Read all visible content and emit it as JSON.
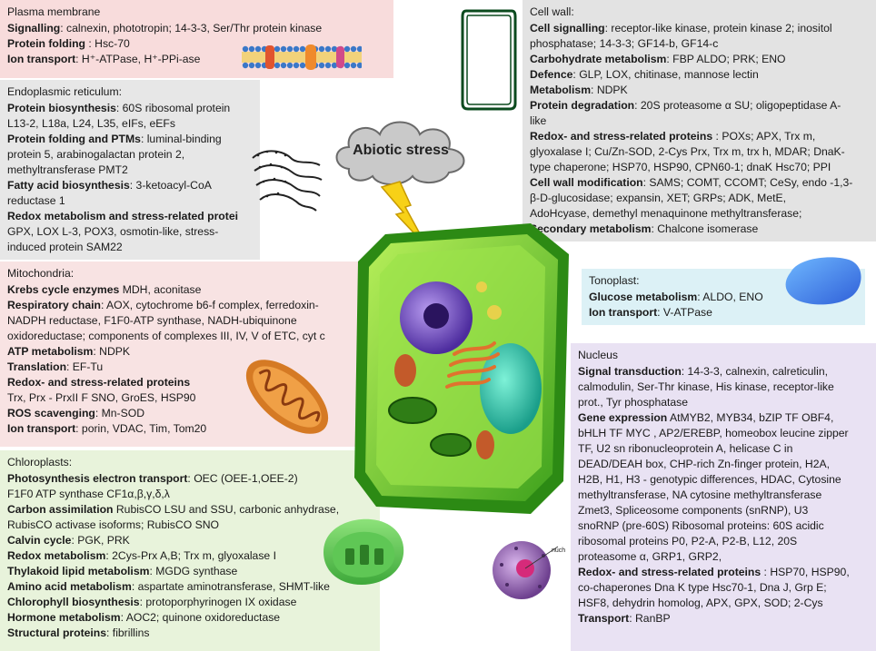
{
  "stress": {
    "label": "Abiotic stress"
  },
  "nucleus_tag": "nuch",
  "plasma_membrane": {
    "title": "Plasma membrane",
    "rows": [
      {
        "b": "Signalling",
        "t": ": calnexin, phototropin; 14-3-3, Ser/Thr protein kinase"
      },
      {
        "b": "Protein folding",
        "t": " : Hsc-70"
      },
      {
        "b": "Ion transport",
        "t": ": H⁺-ATPase, H⁺-PPi-ase"
      }
    ]
  },
  "endoplasmic_reticulum": {
    "title": "Endoplasmic reticulum:",
    "rows": [
      {
        "b": "Protein biosynthesis",
        "t": ": 60S ribosomal protein"
      },
      {
        "b": "",
        "t": "L13-2, L18a, L24, L35,  eIFs, eEFs"
      },
      {
        "b": "Protein folding and PTMs",
        "t": ": luminal-binding"
      },
      {
        "b": "",
        "t": "protein 5, arabinogalactan protein 2,"
      },
      {
        "b": "",
        "t": "methyltransferase PMT2"
      },
      {
        "b": "Fatty acid biosynthesis",
        "t": ": 3-ketoacyl-CoA"
      },
      {
        "b": "",
        "t": "reductase 1"
      },
      {
        "b": "Redox metabolism and stress-related protei",
        "t": ""
      },
      {
        "b": "",
        "t": "GPX, LOX L-3, POX3, osmotin-like, stress-"
      },
      {
        "b": "",
        "t": "induced protein SAM22"
      }
    ]
  },
  "mitochondria": {
    "title": "Mitochondria:",
    "rows": [
      {
        "b": "Krebs cycle enzymes",
        "t": " MDH, aconitase"
      },
      {
        "b": "Respiratory chain",
        "t": ": AOX, cytochrome b6-f complex, ferredoxin-"
      },
      {
        "b": "",
        "t": "NADPH reductase, F1F0-ATP synthase, NADH-ubiquinone"
      },
      {
        "b": "",
        "t": "oxidoreductase; components of complexes III, IV, V of ETC, cyt c"
      },
      {
        "b": "ATP metabolism",
        "t": ": NDPK"
      },
      {
        "b": "Translation",
        "t": ": EF-Tu"
      },
      {
        "b": "Redox- and stress-related proteins",
        "t": ""
      },
      {
        "b": "",
        "t": "Trx, Prx - PrxII F SNO, GroES, HSP90"
      },
      {
        "b": "ROS scavenging",
        "t": ": Mn-SOD"
      },
      {
        "b": "Ion transport",
        "t": ": porin, VDAC, Tim, Tom20"
      }
    ]
  },
  "chloroplasts": {
    "title": "Chloroplasts:",
    "rows": [
      {
        "b": "Photosynthesis electron transport",
        "t": ": OEC (OEE-1,OEE-2)"
      },
      {
        "b": "",
        "t": "F1F0 ATP synthase CF1α,β,γ,δ,λ"
      },
      {
        "b": "Carbon assimilation",
        "t": " RubisCO LSU and SSU, carbonic anhydrase,"
      },
      {
        "b": "",
        "t": "RubisCO activase isoforms; RubisCO SNO"
      },
      {
        "b": "Calvin cycle",
        "t": ": PGK, PRK"
      },
      {
        "b": "Redox metabolism",
        "t": ": 2Cys-Prx A,B; Trx m, glyoxalase I"
      },
      {
        "b": "Thylakoid lipid metabolism",
        "t": ": MGDG synthase"
      },
      {
        "b": "Amino acid metabolism",
        "t": ": aspartate aminotransferase, SHMT-like"
      },
      {
        "b": "Chlorophyll biosynthesis",
        "t": ": protoporphyrinogen IX oxidase"
      },
      {
        "b": "Hormone metabolism",
        "t": ": AOC2; quinone oxidoreductase"
      },
      {
        "b": "Structural proteins",
        "t": ": fibrillins"
      }
    ]
  },
  "cell_wall": {
    "title": "Cell wall:",
    "rows": [
      {
        "b": "Cell signalling",
        "t": ": receptor-like kinase, protein kinase 2; inositol"
      },
      {
        "b": "",
        "t": "phosphatase; 14-3-3; GF14-b, GF14-c"
      },
      {
        "b": "Carbohydrate metabolism",
        "t": ": FBP ALDO; PRK; ENO"
      },
      {
        "b": "Defence",
        "t": ": GLP,  LOX, chitinase, mannose lectin"
      },
      {
        "b": "Metabolism",
        "t": ": NDPK"
      },
      {
        "b": "Protein degradation",
        "t": ": 20S proteasome α SU; oligopeptidase A-"
      },
      {
        "b": "",
        "t": "like"
      },
      {
        "b": "Redox- and stress-related proteins",
        "t": " : POXs; APX, Trx m,"
      },
      {
        "b": "",
        "t": "glyoxalase I; Cu/Zn-SOD, 2-Cys Prx, Trx m, trx h, MDAR; DnaK-"
      },
      {
        "b": "",
        "t": "type chaperone; HSP70, HSP90, CPN60-1; dnaK Hsc70; PPI"
      },
      {
        "b": "Cell wall modification",
        "t": ": SAMS; COMT, CCOMT; CeSy, endo -1,3-"
      },
      {
        "b": "",
        "t": "β-D-glucosidase; expansin, XET; GRPs; ADK, MetE,"
      },
      {
        "b": "",
        "t": "AdoHcyase, demethyl menaquinone methyltransferase;"
      },
      {
        "b": "Secondary metabolism",
        "t": ": Chalcone isomerase"
      }
    ]
  },
  "tonoplast": {
    "title": "Tonoplast:",
    "rows": [
      {
        "b": "Glucose metabolism",
        "t": ": ALDO, ENO"
      },
      {
        "b": "Ion transport",
        "t": ": V-ATPase"
      }
    ]
  },
  "nucleus": {
    "title": "Nucleus",
    "rows": [
      {
        "b": "Signal transduction",
        "t": ": 14-3-3, calnexin, calreticulin,"
      },
      {
        "b": "",
        "t": "calmodulin, Ser-Thr kinase, His kinase, receptor-like"
      },
      {
        "b": "",
        "t": "prot., Tyr phosphatase"
      },
      {
        "b": "Gene expression",
        "t": " AtMYB2, MYB34, bZIP TF OBF4,"
      },
      {
        "b": "",
        "t": "bHLH TF MYC , AP2/EREBP, homeobox leucine zipper"
      },
      {
        "b": "",
        "t": "TF, U2 sn ribonucleoprotein A, helicase C in"
      },
      {
        "b": "",
        "t": "DEAD/DEAH box, CHP-rich Zn-finger protein, H2A,"
      },
      {
        "b": "",
        "t": "H2B, H1,  H3 - genotypic differences, HDAC, Cytosine"
      },
      {
        "b": "",
        "t": "methyltransferase, NA cytosine methyltransferase"
      },
      {
        "b": "",
        "t": "Zmet3, Spliceosome components (snRNP), U3"
      },
      {
        "b": "",
        "t": "snoRNP (pre-60S) Ribosomal proteins: 60S acidic"
      },
      {
        "b": "",
        "t": "ribosomal proteins P0, P2-A, P2-B, L12, 20S"
      },
      {
        "b": "",
        "t": "proteasome α, GRP1, GRP2,"
      },
      {
        "b": "Redox- and stress-related proteins",
        "t": " : HSP70, HSP90,"
      },
      {
        "b": "",
        "t": "co-chaperones Dna K type Hsc70-1, Dna J, Grp E;"
      },
      {
        "b": "",
        "t": "HSF8, dehydrin homolog, APX, GPX, SOD; 2-Cys"
      },
      {
        "b": "Transport",
        "t": ": RanBP"
      }
    ]
  }
}
